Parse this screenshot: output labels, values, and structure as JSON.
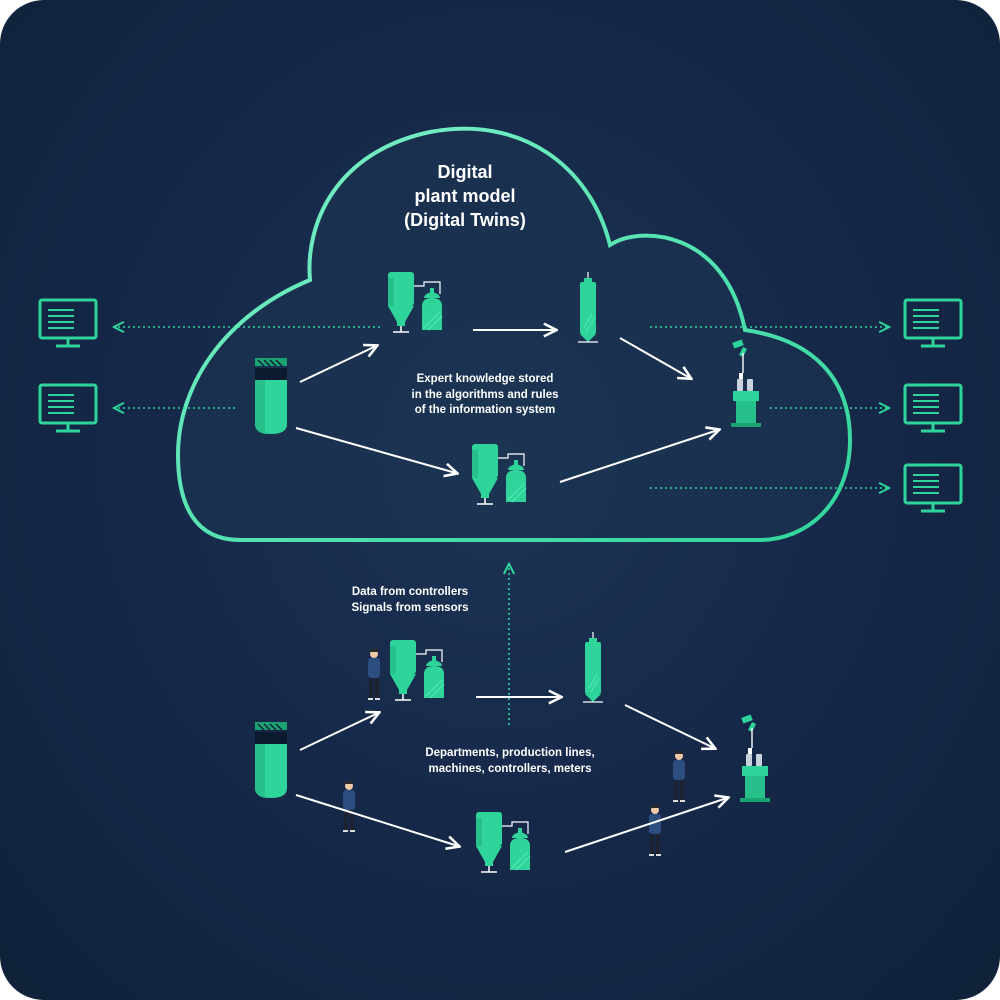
{
  "diagram": {
    "title": "Digital\nplant model\n(Digital Twins)",
    "expert_knowledge": "Expert knowledge stored\nin the algorithms and rules\nof the information system",
    "data_sources": "Data from controllers\nSignals from sensors",
    "physical_level": "Departments, production lines,\nmachines, controllers, meters"
  },
  "colors": {
    "background": "#16294a",
    "accent": "#2fd49a",
    "accent_dark": "#1aa371",
    "arrow": "#ffffff"
  },
  "icons": [
    "monitor-icon",
    "storage-tank-icon",
    "mixer-silo-icon",
    "column-tank-icon",
    "bottling-machine-icon",
    "worker-icon"
  ]
}
